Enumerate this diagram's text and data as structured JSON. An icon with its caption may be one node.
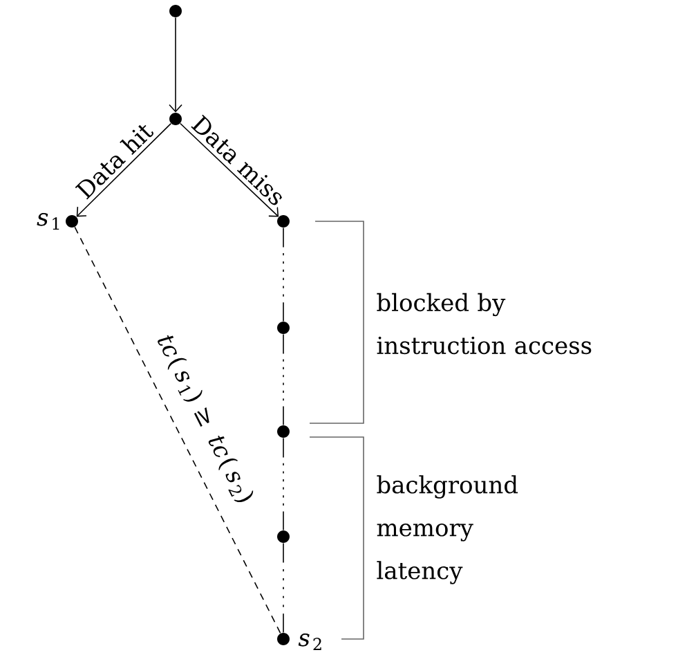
{
  "diagram": {
    "nodes": [
      {
        "text": [],
        "shape": "circle"
      },
      {
        "text": [],
        "shape": "circle"
      },
      {
        "text": [],
        "shape": "circle",
        "beside": [
          "*s*$_{1}$"
        ]
      },
      {
        "text": [],
        "shape": "circle"
      },
      {
        "text": [],
        "shape": "circle"
      },
      {
        "text": [],
        "shape": "circle"
      },
      {
        "text": [],
        "shape": "circle"
      },
      {
        "text": [],
        "shape": "circle",
        "beside": [
          "*s*$_{2}$"
        ]
      }
    ],
    "edges": [
      {
        "from": 0,
        "to": 1,
        "arrow": "to"
      },
      {
        "from": 1,
        "to": 2,
        "arrow": "to",
        "label": "Data hit"
      },
      {
        "from": 1,
        "to": 3,
        "arrow": "to",
        "label": "Data miss"
      },
      {
        "from": 3,
        "to": 4,
        "arrow": "none",
        "style": "dashed"
      },
      {
        "from": 4,
        "to": 5,
        "arrow": "none",
        "style": "dashed"
      },
      {
        "from": 5,
        "to": 6,
        "arrow": "none",
        "style": "dashed"
      },
      {
        "from": 6,
        "to": 7,
        "arrow": "none",
        "style": "dashed"
      },
      {
        "from": 2,
        "to": 7,
        "arrow": "none",
        "style": "dashed",
        "label": "*tc*(*s*$_{1}$) ≥ *tc*(*s*$_{2}$)"
      }
    ],
    "labels": [
      "blocked by instruction access",
      "background memory latency"
    ]
  }
}
